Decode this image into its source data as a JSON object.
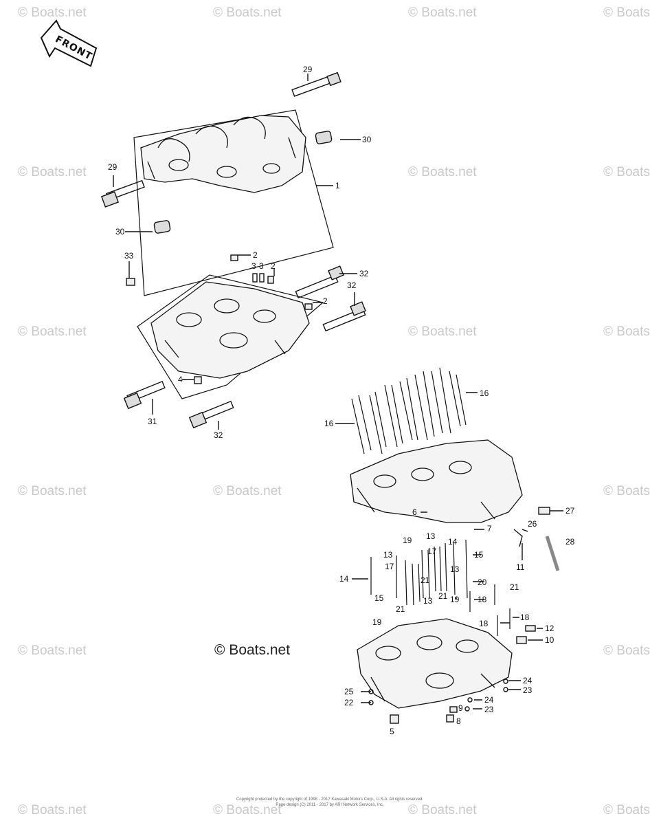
{
  "watermark_text": "© Boats.net",
  "front_label": "FRONT",
  "copyright_label": "© Boats.net",
  "footer": {
    "line1": "Copyright protected by the copyright of 1998 - 2017 Kawasaki Motors Corp., U.S.A. All rights reserved.",
    "line2": "Page design (C) 2011 - 2017 by ARI Network Services, Inc."
  },
  "callouts": {
    "upper_case_1": "1",
    "dowel_2a": "2",
    "dowel_2b": "2",
    "dowel_2c": "2",
    "pin_3a": "3",
    "pin_3b": "3",
    "plug_4": "4",
    "plug_5": "5",
    "part_6": "6",
    "part_7": "7",
    "part_8": "8",
    "part_9": "9",
    "part_10": "10",
    "part_11": "11",
    "part_12": "12",
    "bolt_13a": "13",
    "bolt_13b": "13",
    "bolt_13c": "13",
    "bolt_13d": "13",
    "bolt_14a": "14",
    "bolt_14b": "14",
    "bolt_15a": "15",
    "bolt_15b": "15",
    "stud_16a": "16",
    "stud_16b": "16",
    "bolt_17a": "17",
    "bolt_17b": "17",
    "bolt_18a": "18",
    "bolt_18b": "18",
    "bolt_18c": "18",
    "bolt_19a": "19",
    "bolt_19b": "19",
    "bolt_19c": "19",
    "bolt_20": "20",
    "bolt_21a": "21",
    "bolt_21b": "21",
    "bolt_21c": "21",
    "bolt_21d": "21",
    "washer_22": "22",
    "washer_23a": "23",
    "washer_23b": "23",
    "washer_24a": "24",
    "washer_24b": "24",
    "oring_25": "25",
    "part_26": "26",
    "part_27": "27",
    "hose_28": "28",
    "bearing_29a": "29",
    "bearing_29b": "29",
    "bearing_30a": "30",
    "bearing_30b": "30",
    "bearing_31": "31",
    "bearing_32a": "32",
    "bearing_32b": "32",
    "bearing_32c": "32",
    "ring_33": "33"
  },
  "colors": {
    "line": "#111111",
    "watermark": "#c8c8c8"
  }
}
